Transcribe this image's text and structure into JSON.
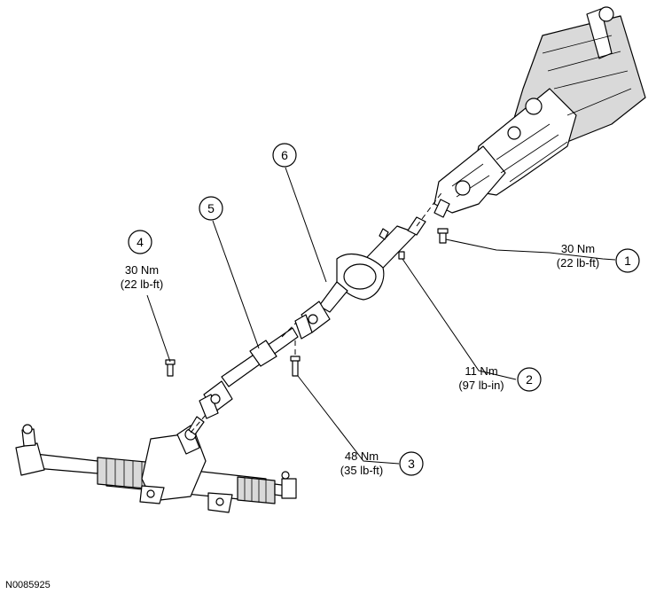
{
  "callouts": [
    {
      "number": "1",
      "torque_metric": "30 Nm",
      "torque_imperial": "(22 lb-ft)"
    },
    {
      "number": "2",
      "torque_metric": "11 Nm",
      "torque_imperial": "(97 lb-in)"
    },
    {
      "number": "3",
      "torque_metric": "48 Nm",
      "torque_imperial": "(35 lb-ft)"
    },
    {
      "number": "4",
      "torque_metric": "30 Nm",
      "torque_imperial": "(22 lb-ft)"
    },
    {
      "number": "5"
    },
    {
      "number": "6"
    }
  ],
  "figure_reference": "N0085925",
  "colors": {
    "line": "#000000",
    "shading": "#d9d9d9",
    "background": "#ffffff"
  }
}
